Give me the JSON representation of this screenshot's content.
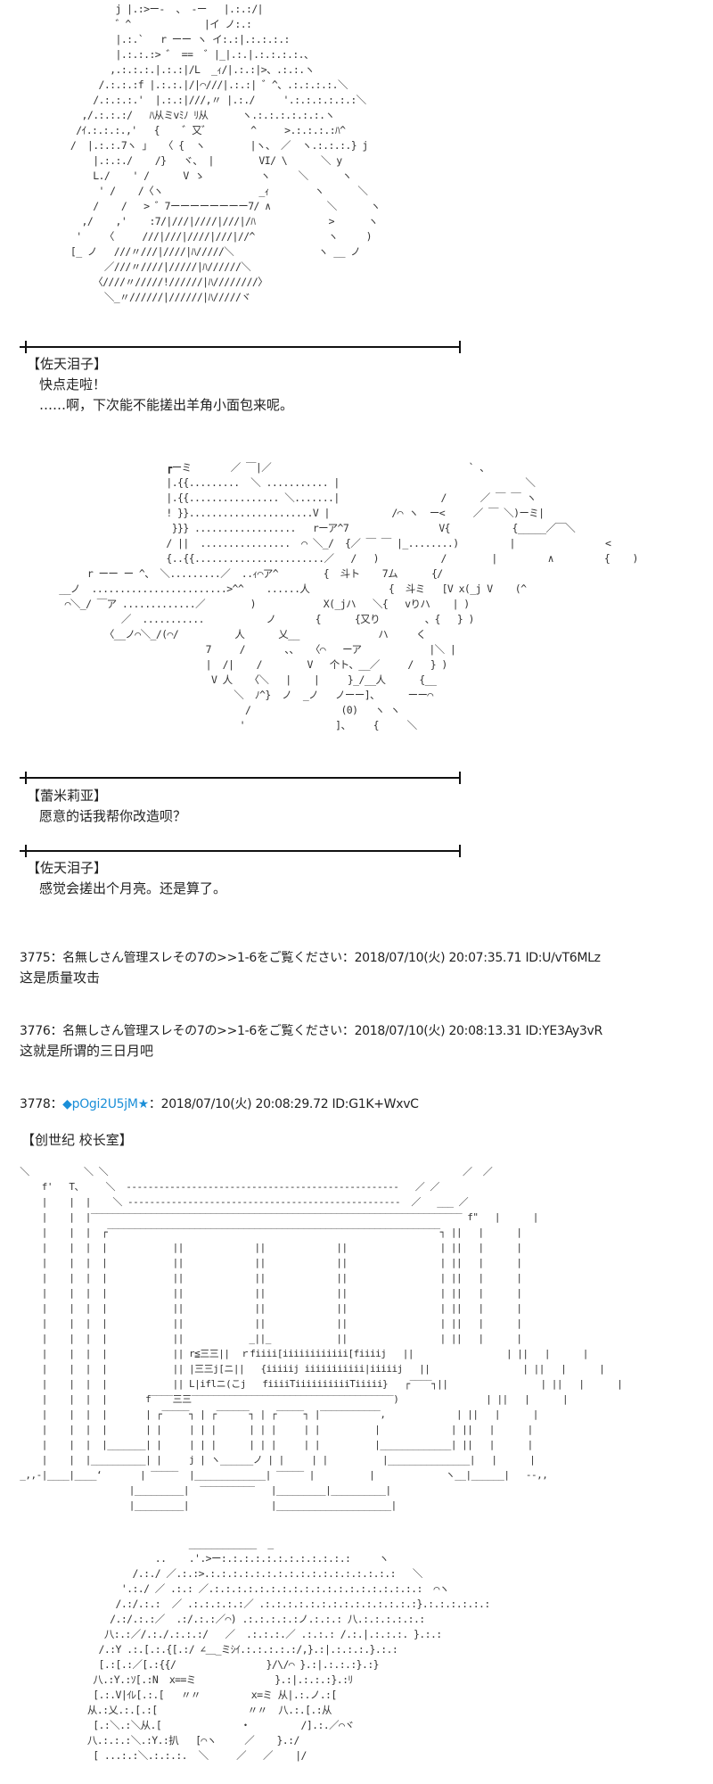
{
  "scene1": {
    "ascii_art": "                 j |.:>ー‐  、 ‐ー   |.:.:/|\n                 ゛^             |イ ノ:.:\n                 |.:.`   r ーー ヽ イ:.:|.:.:.:.:\n                 |.:.:.:> ゛ ==  ゛|_|.:.|.:.:.:.:.、\n                ,.:.:.:.|.:.:|/L  _ｨ/|.:.:|>、.:.:.ヽ\n              /.:.:.:f |.:.:.|/|⌒///|.:.:| ゛^、.:.:.:.:.＼\n             /.:.:.:.'  |.:.:|///,〃 |.:./     '.:.:.:.:.:.:＼\n           ,/.:.:.:/   ﾊ从ミvﾐﾉ ﾘ从      ヽ.:.:.:.:.:.:.ヽ\n          /ｲ.:.:.:.,'   {    ゛又゛       ^     >.:.:.:.:ﾊ^\n         /  |.:.:.7ヽ 」  〈 {  ヽ        |ヽ、 ／  ヽ.:.:.:.} j\n             |.:.:./    /}   ヾ、 |        VI/ \\      ＼ y\n             L./    ' /      V ゝ          ヽ     ＼      ヽ\n              ' /    /〈ヽ                 _ｨ        ヽ      ＼\n             /    /   > ゛7ーーーーーーーー7/ ∧          ＼      ヽ\n           ,/    ,'    :7/|///|////|///|/ﾊ             >      ヽ\n          '    〈     ///|///|////|///|//^             ヽ     )\n         [_ ノ   ///〃///|////|ﾊ/////＼               ヽ __ ノ\n               ／///〃////|/////|ﾊ//////＼\n             〈////〃/////!//////|ﾊ////////〉\n               ＼_〃//////|//////|ﾊ/////ヾ",
    "speaker": "【佐天泪子】",
    "lines": [
      "快点走啦！",
      "……啊，下次能不能搓出羊角小面包来呢。"
    ]
  },
  "scene2": {
    "ascii_art": "                          ┏ーミ       ／ ￣|／                                   ` 、\n                          |.{{.........  ＼ ........... |                                 ＼\n                          |.{{................ ＼.......|                  /      ／ ￣ ￣ ヽ\n                          ! }}......................V |           /⌒ ヽ  ー<     ／ ￣ ＼)ーミ|\n                           }}} ..................   rーア^7                V{           {_____／￣＼\n                          / ||  ................  ⌒ ＼_/  {／ ￣ ￣ |_........)         |                <\n                          {..{{.......................／   /   )           /        |         ∧         {    )\n            r ーー ー ^、 ＼.........／  ..ｨ⌒ア^        {  斗ト    7ム      {/\n       __ノ  ........................>^^    ......人              {  斗ミ   [V x(_j V    (^\n        ⌒＼_/ ￣ア .............／        )            X(_jハ   ＼{   vりハ    | )\n                  ／  ...........           ノ       {      {又り        、{   } )\n               〈__ノ⌒＼_/(⌒/          人      乂__              ハ     く\n                                 7     /       、、  〈⌒   ーア            |＼ |\n                                 |  /|    /        V   个ト、__／     /   } )\n                                  V 人   〈＼   |    |     }_/__人      {__\n                                      ＼  ﾉ^}  ノ  _ノ   ノーー]、     ーー⌒\n                                        /                (0)   ヽ ヽ\n                                       '                ]、    {     ＼",
    "speaker": "【蕾米莉亚】",
    "lines": [
      "愿意的话我帮你改造呗？"
    ]
  },
  "scene3": {
    "speaker": "【佐天泪子】",
    "lines": [
      "感觉会搓出个月亮。还是算了。"
    ]
  },
  "posts": [
    {
      "number": "3775",
      "separator": "：",
      "name": "名無しさん管理スレその7の>>1-6をご覧ください",
      "date": "2018/07/10(火) 20:07:35.71",
      "id": "ID:U/vT6MLz",
      "body": "这是质量攻击"
    },
    {
      "number": "3776",
      "separator": "：",
      "name": "名無しさん管理スレその7の>>1-6をご覧ください",
      "date": "2018/07/10(火) 20:08:13.31",
      "id": "ID:YE3Ay3vR",
      "body": "这就是所谓的三日月吧"
    },
    {
      "number": "3778",
      "separator": "：",
      "trip_diamond": "◆",
      "trip": "pOgi2U5jM",
      "star": "★",
      "date": "2018/07/10(火) 20:08:29.72",
      "id": "ID:G1K+WxvC",
      "location": "【创世纪  校长室】"
    }
  ],
  "room": {
    "ascii_art": "  ＼          ＼ ＼                                                                 ／  ／\n      f'   T、    ＼  ‐‐‐‐‐‐‐‐‐‐‐‐‐‐‐‐‐‐‐‐‐‐‐‐‐‐‐‐‐‐‐‐‐‐‐‐‐‐‐‐‐‐‐‐‐‐‐‐‐‐   ／ ／\n      |    |  |    ＼ ‐‐‐‐‐‐‐‐‐‐‐‐‐‐‐‐‐‐‐‐‐‐‐‐‐‐‐‐‐‐‐‐‐‐‐‐‐‐‐‐‐‐‐‐‐‐‐‐‐‐  ／   ___ ／\n      |    |  |‾‾‾‾‾‾‾‾‾‾‾‾‾‾‾‾‾‾‾‾‾‾‾‾‾‾‾‾‾‾‾‾‾‾‾‾‾‾‾‾‾‾‾‾‾‾‾‾‾‾‾‾‾‾‾‾‾‾‾‾‾‾‾‾‾‾‾‾ f\"   |      |\n      |    |  |  ┌‾‾‾‾‾‾‾‾‾‾‾‾‾‾‾‾‾‾‾‾‾‾‾‾‾‾‾‾‾‾‾‾‾‾‾‾‾‾‾‾‾‾‾‾‾‾‾‾‾‾‾‾‾‾‾‾‾‾‾‾‾┐ ||   |      |\n      |    |  |  |            ||             ||             ||                 | ||   |      |\n      |    |  |  |            ||             ||             ||                 | ||   |      |\n      |    |  |  |            ||             ||             ||                 | ||   |      |\n      |    |  |  |            ||             ||             ||                 | ||   |      |\n      |    |  |  |            ||             ||             ||                 | ||   |      |\n      |    |  |  |            ||             ||             ||                 | ||   |      |\n      |    |  |  |            ||            _||_            ||                 | ||   |      |\n      |    |  |  |            || r≦三三||  ｒfiiii[iiiiiiiiiiii[fiiiij   ||                 | ||   |      |\n      |    |  |  |            || |三三j[ニ||   {iiiiij iiiiiiiiiii|iiiiij   ||                 | ||   |      |\n      |    |  |  |            || L|iflニ(こj   fiiiiTiiiiiiiiiiTiiiii}   ┌‾‾‾‾┐||                 | ||   |      |\n      |    |  |  |       f‾‾‾‾三三‾‾‾‾‾‾‾‾‾‾‾‾‾‾‾‾‾‾‾‾‾‾‾‾‾‾‾‾‾‾‾‾‾‾‾‾‾)                | ||   |      |\n      |    |  |  |       | ┌‾‾‾‾‾┐ | ┌‾‾‾‾‾‾┐ | ┌‾‾‾‾‾┐ |‾‾‾‾‾‾‾‾‾‾‾,             | ||   |      |\n      |    |  |  |       | |     | | |      | | |     | |          |             | ||   |      |\n      |    |  |  |_______| |     | | |      | | |     | |          |_____________| ||   |      |\n      |    |  |__________| |     j | ヽ______ノ | |     | |          |_______________|   |      |\n  _,,-|____|____‘       | ‾‾‾‾‾  |_____________| ‾‾‾‾‾ |          |             ヽ__|______|   ‐‐,,\n                      |_________|  ‾‾‾‾‾‾‾‾‾‾   |_________|__________|\n                      |_________|               |_____________________|"
  },
  "scene4": {
    "ascii_art": "                              ____________  _\n                        ..    .'.>ー:.:.:.:.:.:.:.:.:.:.:.:     ヽ\n                    /.:./ ／.:.:>.:.:.:.:.:.:.:.:.:.:.:.:.:.:.:.:.:   ＼\n                  '.:./ ／ .:.: ／.:.:.:.:.:.:.:.:.:.:.:.:.:.:.:.:.:.:.:  ⌒ヽ\n                 /.:/.:.:  ／ .:.:.:.:.:／ .:.:.:.:.:.:.:.:.:.:.:.:.:.:}.:.:.:.:.:.:\n                /.:/.:.:／  .:/.:.:／⌒) .:.:.:.:.:ノ.:.:.: 八.:.:.:.:.:.:\n               八:.:／/.:./.:.:.:/   ／  .:.:.:.／ .:.:.: /.:.|.:.:.:. }.:.:\n              /.:Y .:.[.:.{[.:/ ∠＿_ミｼｲ.:.:.:.:.:/,}.:|.:.:.:.}.:.:\n              [.:[.:／[.:{{/                }/\\/⌒ }.:|.:.:.:}.:}\n             八.:Y.:ｿ[.:N  x==ミ              }.:|.:.:.:}.:ﾘ\n             [.:.V|ｲﾚ[.:.[   〃〃         x=ミ 从|.:.ノ.:[\n            从.:乂.:.[.:[                〃〃  八.:.[.:从\n             [.:＼.:＼从.[              ・         /].:.／⌒ヾ\n            八.:.:.:＼.:Y.:扒   [⌒ヽ     ／    }.:/\n             [ ...:.:＼.:.:.:.  ＼     ／   ／    |/"
  }
}
